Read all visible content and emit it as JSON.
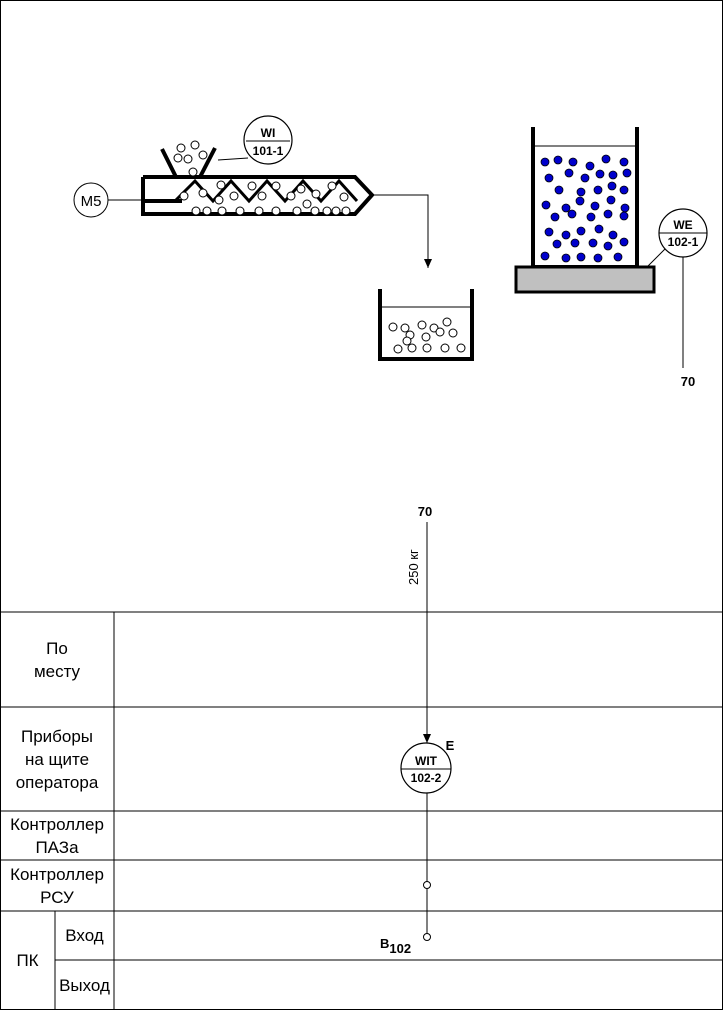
{
  "equipment": {
    "motor_label": "M5"
  },
  "instruments": {
    "wi_101_1": {
      "letters": "WI",
      "number": "101-1"
    },
    "we_102_1": {
      "letters": "WE",
      "number": "102-1"
    },
    "wit_102_2": {
      "letters": "WIT",
      "number": "102-2",
      "side_mark": "E"
    }
  },
  "connections": {
    "line_ref_top": "70",
    "line_ref_bottom": "70",
    "line_value": "250 кг",
    "output_channel": "B",
    "output_channel_sub": "102"
  },
  "table": {
    "rows": [
      {
        "label": "По\nместу"
      },
      {
        "label": "Приборы\nна щите\nоператора"
      },
      {
        "label": "Контроллер\nПАЗа"
      },
      {
        "label": "Контроллер\nРСУ"
      },
      {
        "label": "ПК"
      }
    ],
    "pk_sub_rows": [
      {
        "label": "Вход"
      },
      {
        "label": "Выход"
      }
    ]
  },
  "colors": {
    "line": "#000000",
    "particle_fill": "#0000cc",
    "scale_fill": "#c0c0c0"
  }
}
